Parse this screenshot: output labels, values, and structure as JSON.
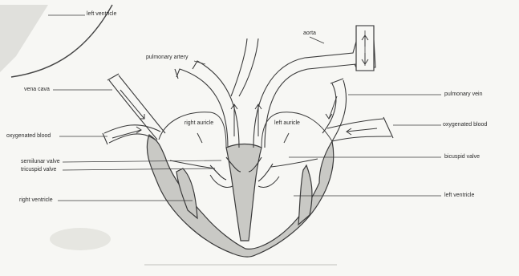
{
  "colors": {
    "paper": "#f7f7f4",
    "ink": "#3a3a3a",
    "tissue": "#c9c9c5",
    "shadow": "#e3e3df"
  },
  "labels": {
    "left_ventricle_top": "left ventricle",
    "aorta": "aorta",
    "pulmonary_artery": "pulmonary artery",
    "vena_cava": "vena cava",
    "pulmonary_vein": "pulmonary vein",
    "deoxygenated_blood": "oxygenated blood",
    "oxygenated_blood": "oxygenated blood",
    "semilunar_valve": "semilunar valve",
    "tricuspid_valve": "tricuspid valve",
    "bicuspid_valve": "bicuspid valve",
    "right_ventricle": "right ventricle",
    "left_ventricle": "left ventricle",
    "right_auricle": "right auricle",
    "left_auricle": "left auricle"
  }
}
